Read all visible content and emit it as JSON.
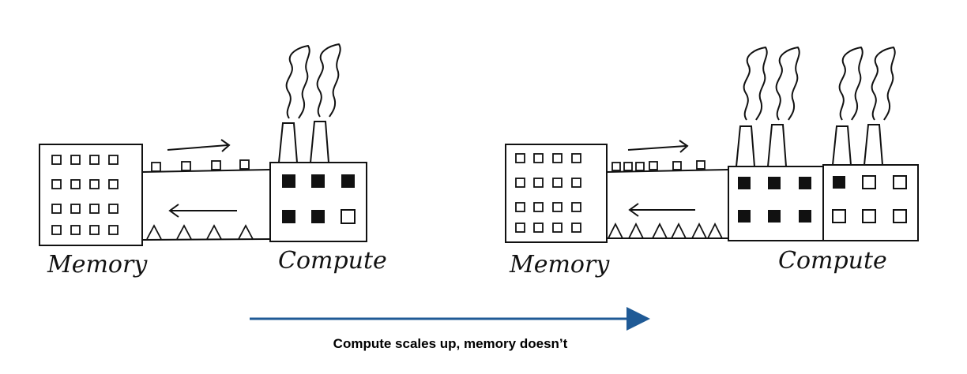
{
  "left_panel": {
    "memory_label": "Memory",
    "compute_label": "Compute"
  },
  "right_panel": {
    "memory_label": "Memory",
    "compute_label": "Compute"
  },
  "caption": "Compute scales up, memory doesn’t",
  "colors": {
    "ink": "#111111",
    "arrow": "#1f5a96"
  }
}
